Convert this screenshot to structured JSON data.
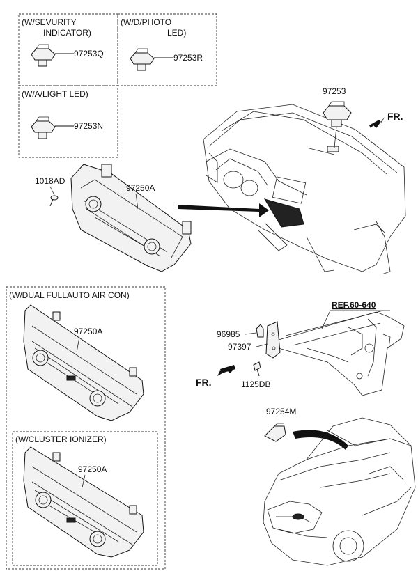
{
  "variant_boxes": {
    "security_indicator": {
      "title_line1": "(W/SEVURITY",
      "title_line2": "INDICATOR)",
      "part": "97253Q"
    },
    "photo_led": {
      "title_line1": "(W/D/PHOTO",
      "title_line2": "LED)",
      "part": "97253R"
    },
    "a_light_led": {
      "title_line1": "(W/A/LIGHT  LED)",
      "part": "97253N"
    },
    "dual_full_auto": {
      "title": "(W/DUAL FULLAUTO AIR CON)",
      "part": "97250A"
    },
    "cluster_ionizer": {
      "title": "(W/CLUSTER IONIZER)",
      "part": "97250A"
    }
  },
  "main_parts": {
    "sensor": "97253",
    "front_indicator": "FR.",
    "screw": "1018AD",
    "control_unit": "97250A"
  },
  "bracket_parts": {
    "reference": "REF.60-640",
    "clip": "96985",
    "bracket": "97397",
    "bolt": "1125DB",
    "front_indicator": "FR."
  },
  "car_parts": {
    "sensor": "97254M"
  }
}
